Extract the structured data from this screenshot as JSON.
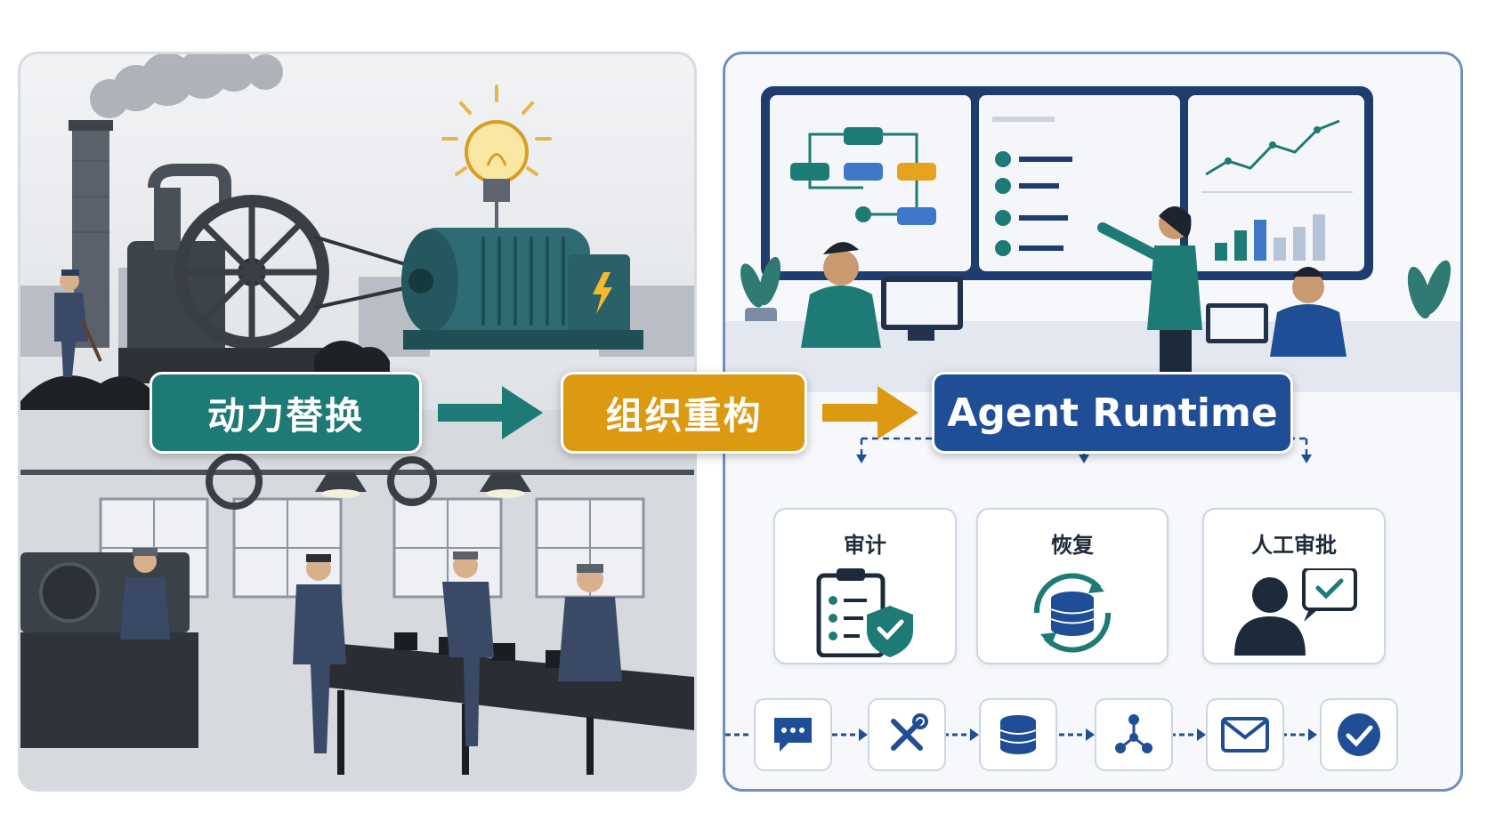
{
  "stages": [
    "动力替换",
    "组织重构",
    "Agent Runtime"
  ],
  "capabilities": [
    {
      "label": "审计",
      "icon": "clipboard-shield-icon"
    },
    {
      "label": "恢复",
      "icon": "database-sync-icon"
    },
    {
      "label": "人工审批",
      "icon": "person-approval-icon"
    }
  ],
  "pipeline": [
    "chat-icon",
    "tools-icon",
    "database-icon",
    "workflow-icon",
    "mail-icon",
    "check-circle-icon"
  ],
  "colors": {
    "teal": "#1e7a74",
    "amber": "#dc9a13",
    "navy": "#1f4e96",
    "blue_border": "#6f8fc4"
  }
}
